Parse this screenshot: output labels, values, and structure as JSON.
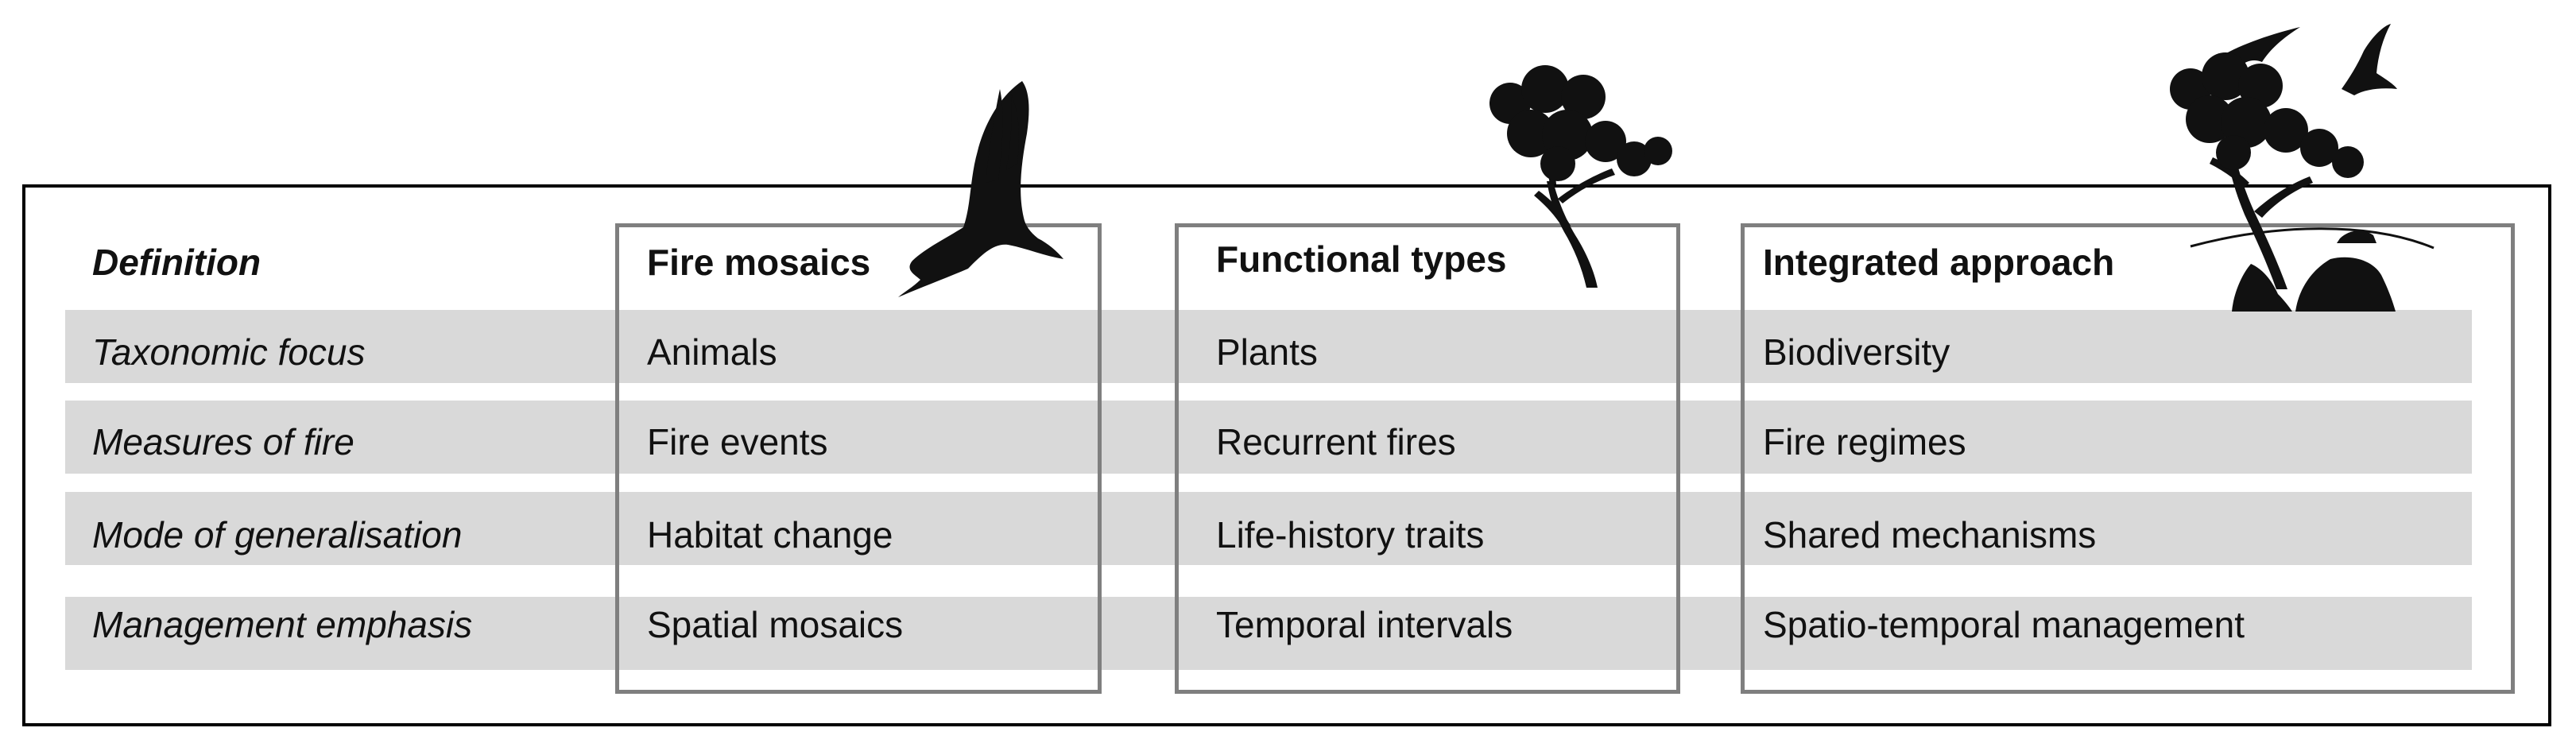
{
  "table": {
    "header_label": "Definition",
    "columns": [
      "Fire mosaics",
      "Functional types",
      "Integrated approach"
    ],
    "rows": [
      {
        "label": "Taxonomic focus",
        "values": [
          "Animals",
          "Plants",
          "Biodiversity"
        ]
      },
      {
        "label": "Measures of fire",
        "values": [
          "Fire events",
          "Recurrent fires",
          "Fire regimes"
        ]
      },
      {
        "label": "Mode of generalisation",
        "values": [
          "Habitat change",
          "Life-history traits",
          "Shared mechanisms"
        ]
      },
      {
        "label": "Management emphasis",
        "values": [
          "Spatial mosaics",
          "Temporal intervals",
          "Spatio-temporal management"
        ]
      }
    ]
  },
  "icons": [
    "eagle-silhouette-icon",
    "tree-silhouette-icon",
    "tree-with-grass-and-birds-icon"
  ],
  "colors": {
    "band": "#d9d9d9",
    "column_border": "#7f7f7f",
    "frame": "#000000",
    "silhouette": "#111111"
  }
}
